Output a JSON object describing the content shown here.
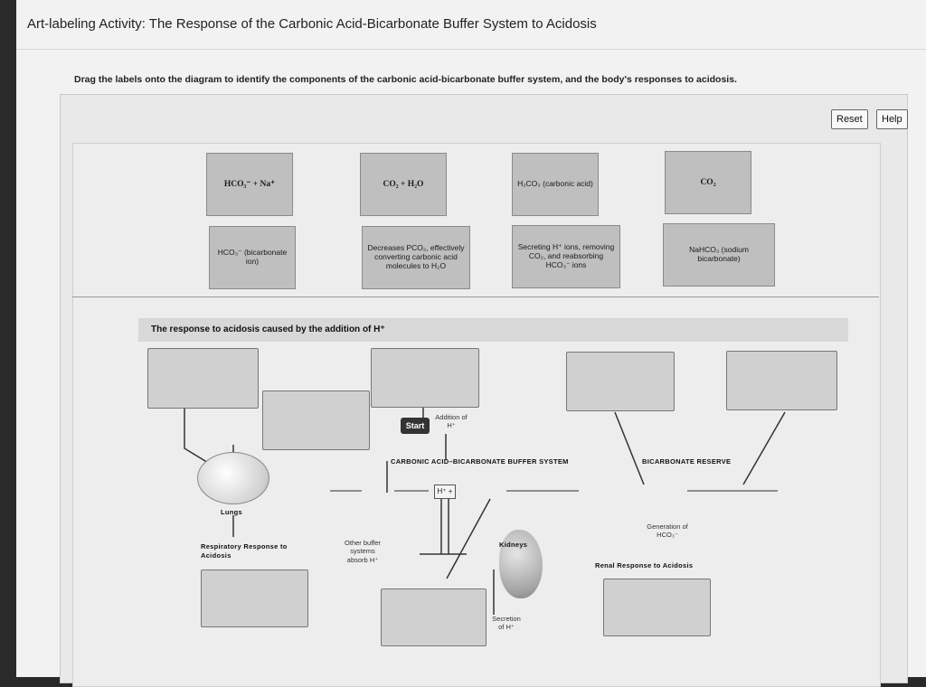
{
  "header": {
    "title": "Art-labeling Activity: The Response of the Carbonic Acid-Bicarbonate Buffer System to Acidosis"
  },
  "instructions": "Drag the labels onto the diagram to identify the components of the carbonic acid-bicarbonate buffer system, and the body's responses to acidosis.",
  "toolbar": {
    "reset_label": "Reset",
    "help_label": "Help"
  },
  "label_bank": [
    {
      "text": "HCO₃⁻ + Na⁺"
    },
    {
      "text": "CO₂ + H₂O"
    },
    {
      "text": "H₂CO₃ (carbonic acid)"
    },
    {
      "text": "CO₂"
    },
    {
      "text": "HCO₃⁻ (bicarbonate ion)"
    },
    {
      "text": "Decreases PCO₂, effectively converting carbonic acid molecules to H₂O"
    },
    {
      "text": "Secreting H⁺ ions, removing CO₂, and reabsorbing HCO₃⁻ ions"
    },
    {
      "text": "NaHCO₃ (sodium bicarbonate)"
    }
  ],
  "diagram": {
    "header": "The response to acidosis caused by the addition of H⁺",
    "start": "Start",
    "addition": "Addition of H⁺",
    "buffer_system": "CARBONIC ACID–BICARBONATE BUFFER SYSTEM",
    "bicarbonate_reserve": "BICARBONATE RESERVE",
    "h_plus": "H⁺ +",
    "lungs": "Lungs",
    "kidneys": "Kidneys",
    "respiratory_response": "Respiratory Response to Acidosis",
    "other_buffers": "Other buffer systems absorb H⁺",
    "generation": "Generation of HCO₃⁻",
    "renal_response": "Renal Response to Acidosis",
    "secretion": "Secretion of H⁺"
  }
}
